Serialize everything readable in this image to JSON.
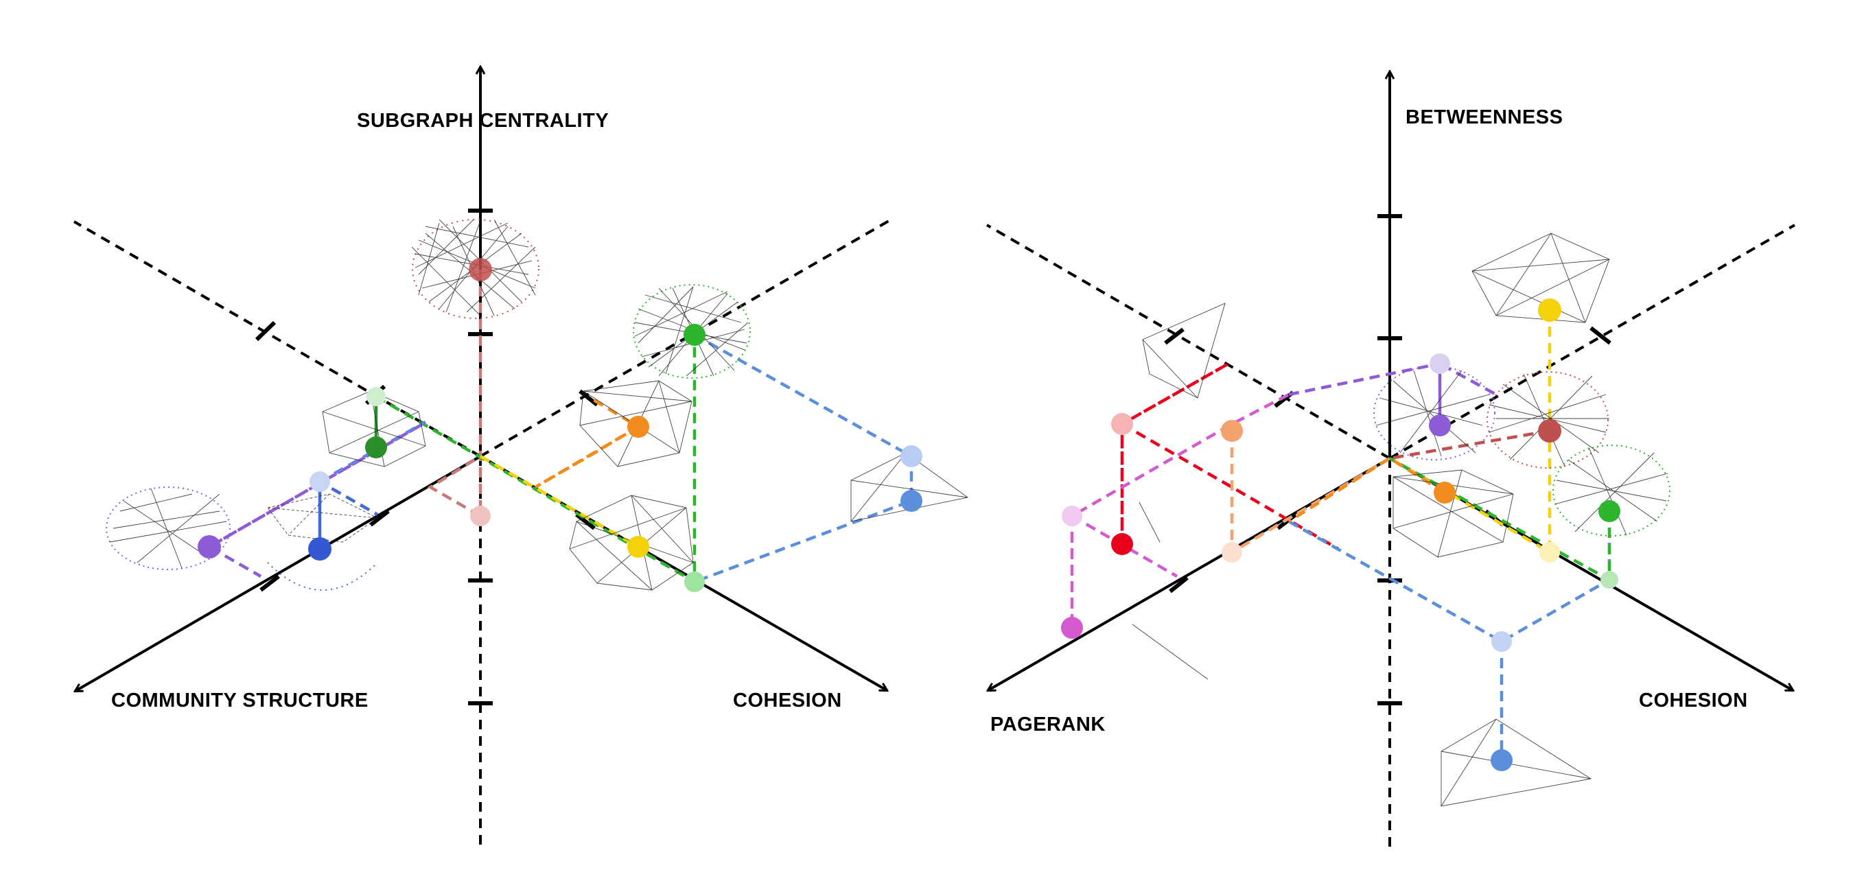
{
  "panels": [
    {
      "id": "left",
      "labels": {
        "vertical": "SUBGRAPH CENTRALITY",
        "left": "COMMUNITY STRUCTURE",
        "right": "COHESION"
      }
    },
    {
      "id": "right",
      "labels": {
        "vertical": "BETWEENNESS",
        "left": "PAGERANK",
        "right": "COHESION"
      }
    }
  ],
  "colors": {
    "axis": "#000000",
    "red": "#c0504d",
    "green": "#2db52d",
    "orange": "#f28c1e",
    "yellow": "#f5d10a",
    "blue": "#5b8fdc",
    "purple": "#8e5bd6",
    "magenta": "#d35bcf",
    "bright_red": "#e8001c",
    "salmon": "#f4a26b"
  }
}
